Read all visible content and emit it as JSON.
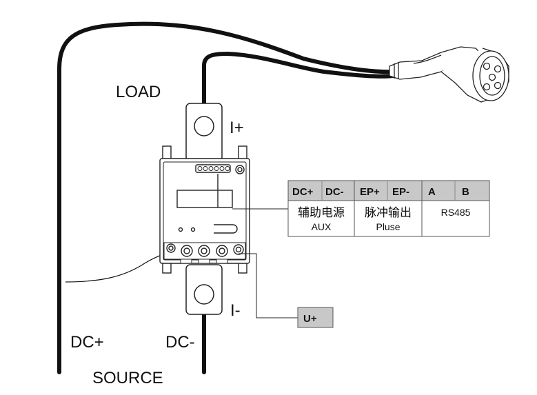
{
  "labels": {
    "load": "LOAD",
    "source": "SOURCE",
    "i_plus": "I+",
    "i_minus": "I-",
    "dc_plus": "DC+",
    "dc_minus": "DC-",
    "u_plus": "U+"
  },
  "terminal_table": {
    "headers": [
      "DC+",
      "DC-",
      "EP+",
      "EP-",
      "A",
      "B"
    ],
    "groups": [
      {
        "cn": "辅助电源",
        "en": "AUX"
      },
      {
        "cn": "脉冲输出",
        "en": "Pluse"
      },
      {
        "cn": "",
        "en": "RS485"
      }
    ]
  },
  "colors": {
    "wire": "#111111",
    "outline": "#222222",
    "table_header": "#c8c8c8",
    "u_plus_box": "#c8c8c8"
  },
  "icons": [
    "ev-charging-plug-icon",
    "dc-energy-meter-icon"
  ]
}
